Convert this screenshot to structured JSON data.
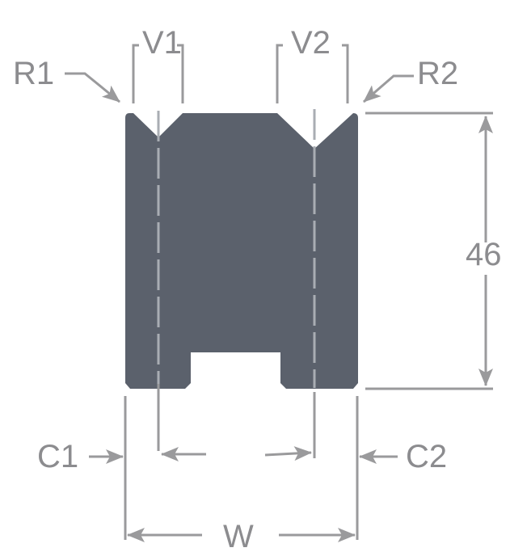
{
  "labels": {
    "v1": "V1",
    "v2": "V2",
    "r1": "R1",
    "r2": "R2",
    "height": "46",
    "c1": "C1",
    "c2": "C2",
    "width": "W"
  },
  "colors": {
    "body": "#5b616c",
    "dimension": "#9a9a9c"
  }
}
